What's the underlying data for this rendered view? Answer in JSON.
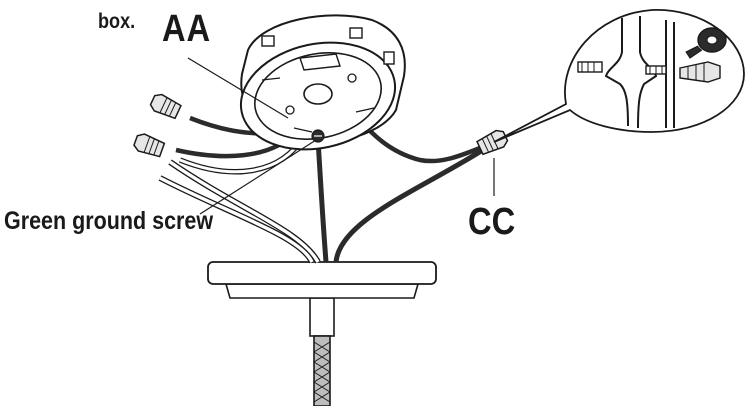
{
  "labels": {
    "box": "box.",
    "aa": "AA",
    "ground_screw": "Green ground screw",
    "cc": "CC"
  },
  "colors": {
    "line": "#1a1a1a",
    "wire_black": "#2b2b2b",
    "wire_white": "#ffffff",
    "cord_fill": "#bdbdbd",
    "nut_fill": "#e6e6e6"
  },
  "icons": [
    "junction-box",
    "canopy",
    "wire-nut",
    "electrical-tape-roll",
    "twisted-wires",
    "braided-cord"
  ]
}
